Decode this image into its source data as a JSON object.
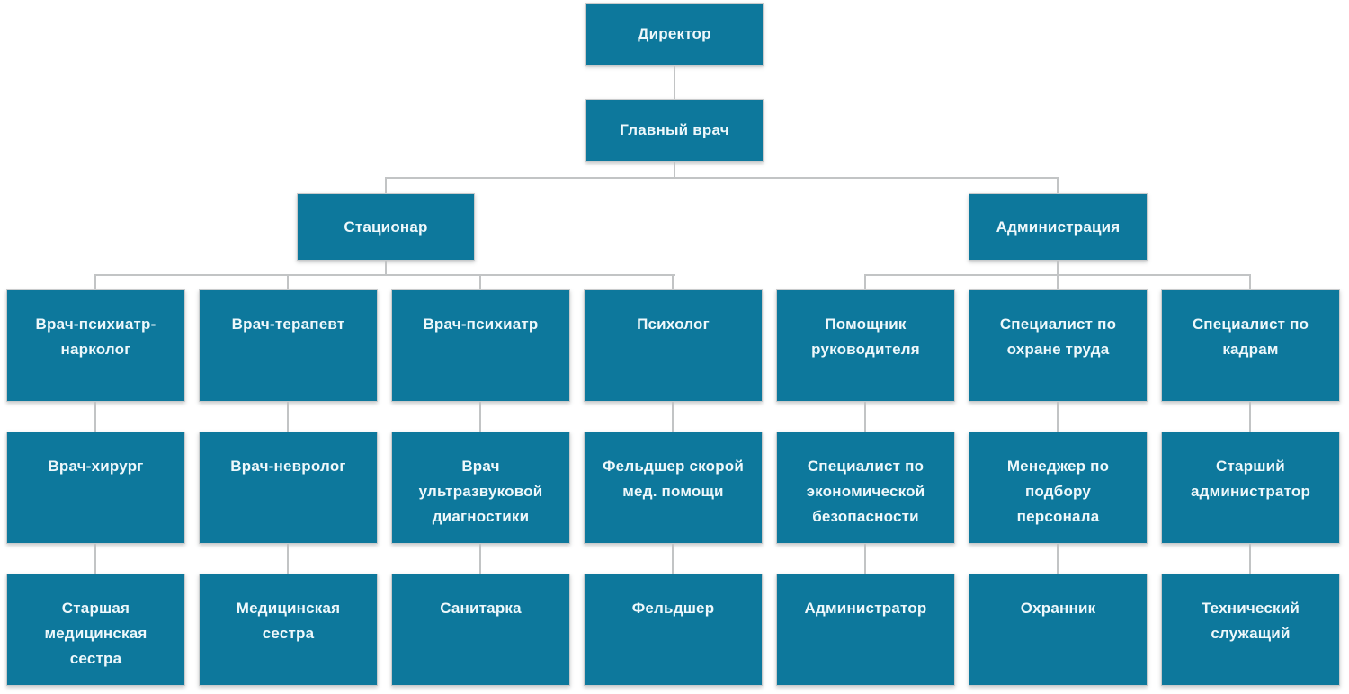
{
  "diagram": {
    "type": "org-chart",
    "language": "ru",
    "colors": {
      "node_fill": "#0d789c",
      "node_text": "#eef8fb",
      "connector": "#c2c4c5",
      "background": "#ffffff"
    },
    "root": {
      "label": "Директор"
    },
    "level2": {
      "label": "Главный врач"
    },
    "branches": [
      {
        "label": "Стационар"
      },
      {
        "label": "Администрация"
      }
    ],
    "columns": [
      {
        "branch": "Стационар",
        "levels": [
          "Врач-психиатр-\nнарколог",
          "Врач-хирург",
          "Старшая\nмедицинская\nсестра"
        ]
      },
      {
        "branch": "Стационар",
        "levels": [
          "Врач-терапевт",
          "Врач-невролог",
          "Медицинская\nсестра"
        ]
      },
      {
        "branch": "Стационар",
        "levels": [
          "Врач-психиатр",
          "Врач\nультразвуковой\nдиагностики",
          "Санитарка"
        ]
      },
      {
        "branch": "Стационар",
        "levels": [
          "Психолог",
          "Фельдшер скорой\nмед. помощи",
          "Фельдшер"
        ]
      },
      {
        "branch": "Администрация",
        "levels": [
          "Помощник\nруководителя",
          "Специалист по\nэкономической\nбезопасности",
          "Администратор"
        ]
      },
      {
        "branch": "Администрация",
        "levels": [
          "Специалист по\nохране труда",
          "Менеджер по\nподбору\nперсонала",
          "Охранник"
        ]
      },
      {
        "branch": "Администрация",
        "levels": [
          "Специалист по\nкадрам",
          "Старший\nадминистратор",
          "Технический\nслужащий"
        ]
      }
    ]
  }
}
